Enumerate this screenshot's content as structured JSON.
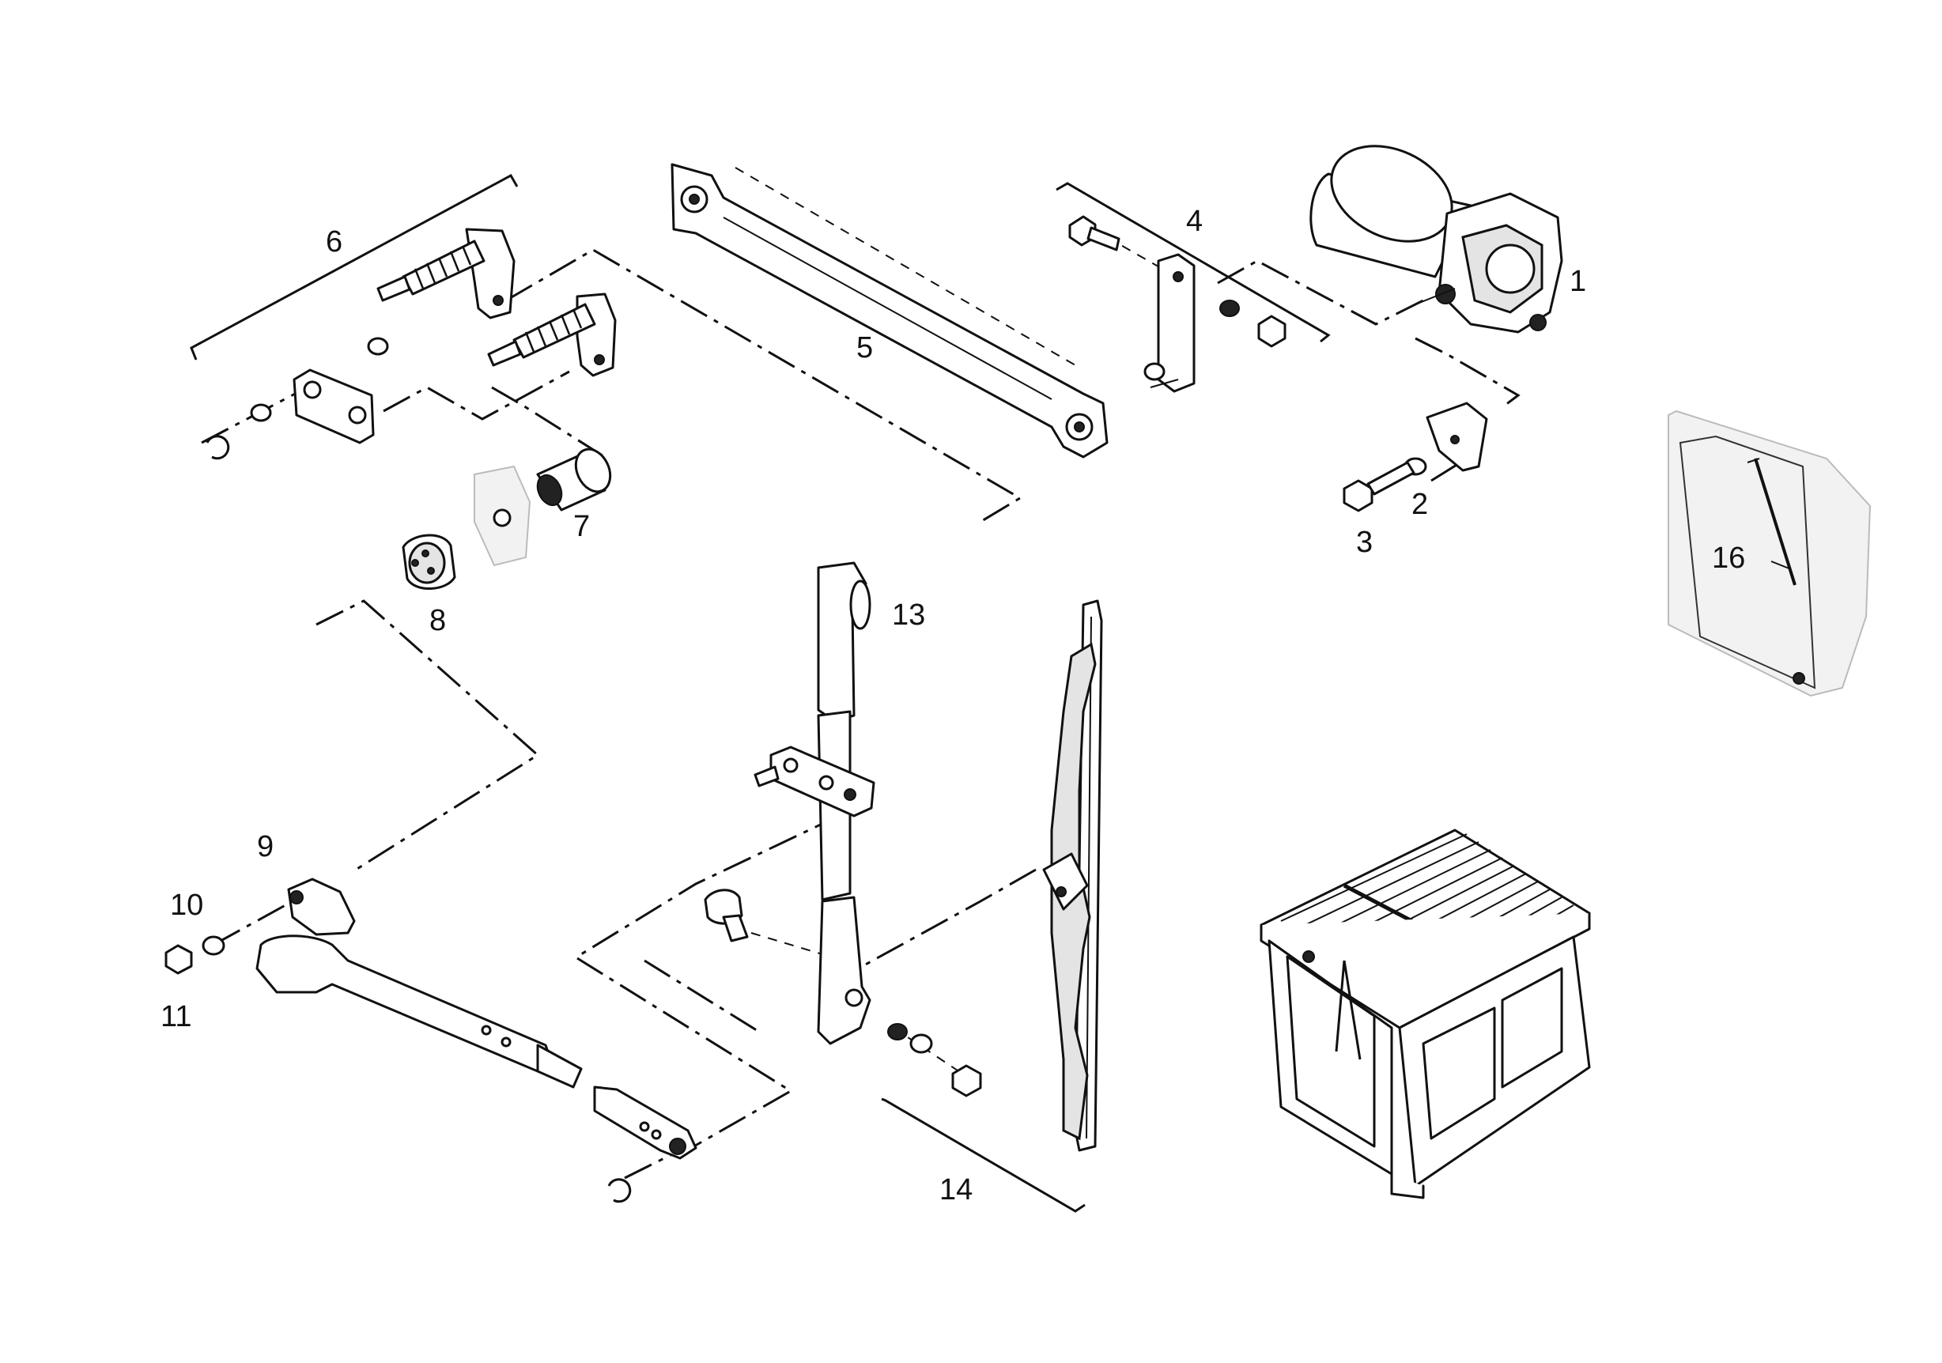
{
  "callouts": {
    "c1": "1",
    "c2": "2",
    "c3": "3",
    "c4": "4",
    "c5": "5",
    "c6": "6",
    "c7": "7",
    "c8": "8",
    "c9": "9",
    "c10": "10",
    "c11": "11",
    "c13": "13",
    "c14": "14",
    "c16": "16"
  },
  "colors": {
    "line": "#111111",
    "background": "#ffffff"
  }
}
